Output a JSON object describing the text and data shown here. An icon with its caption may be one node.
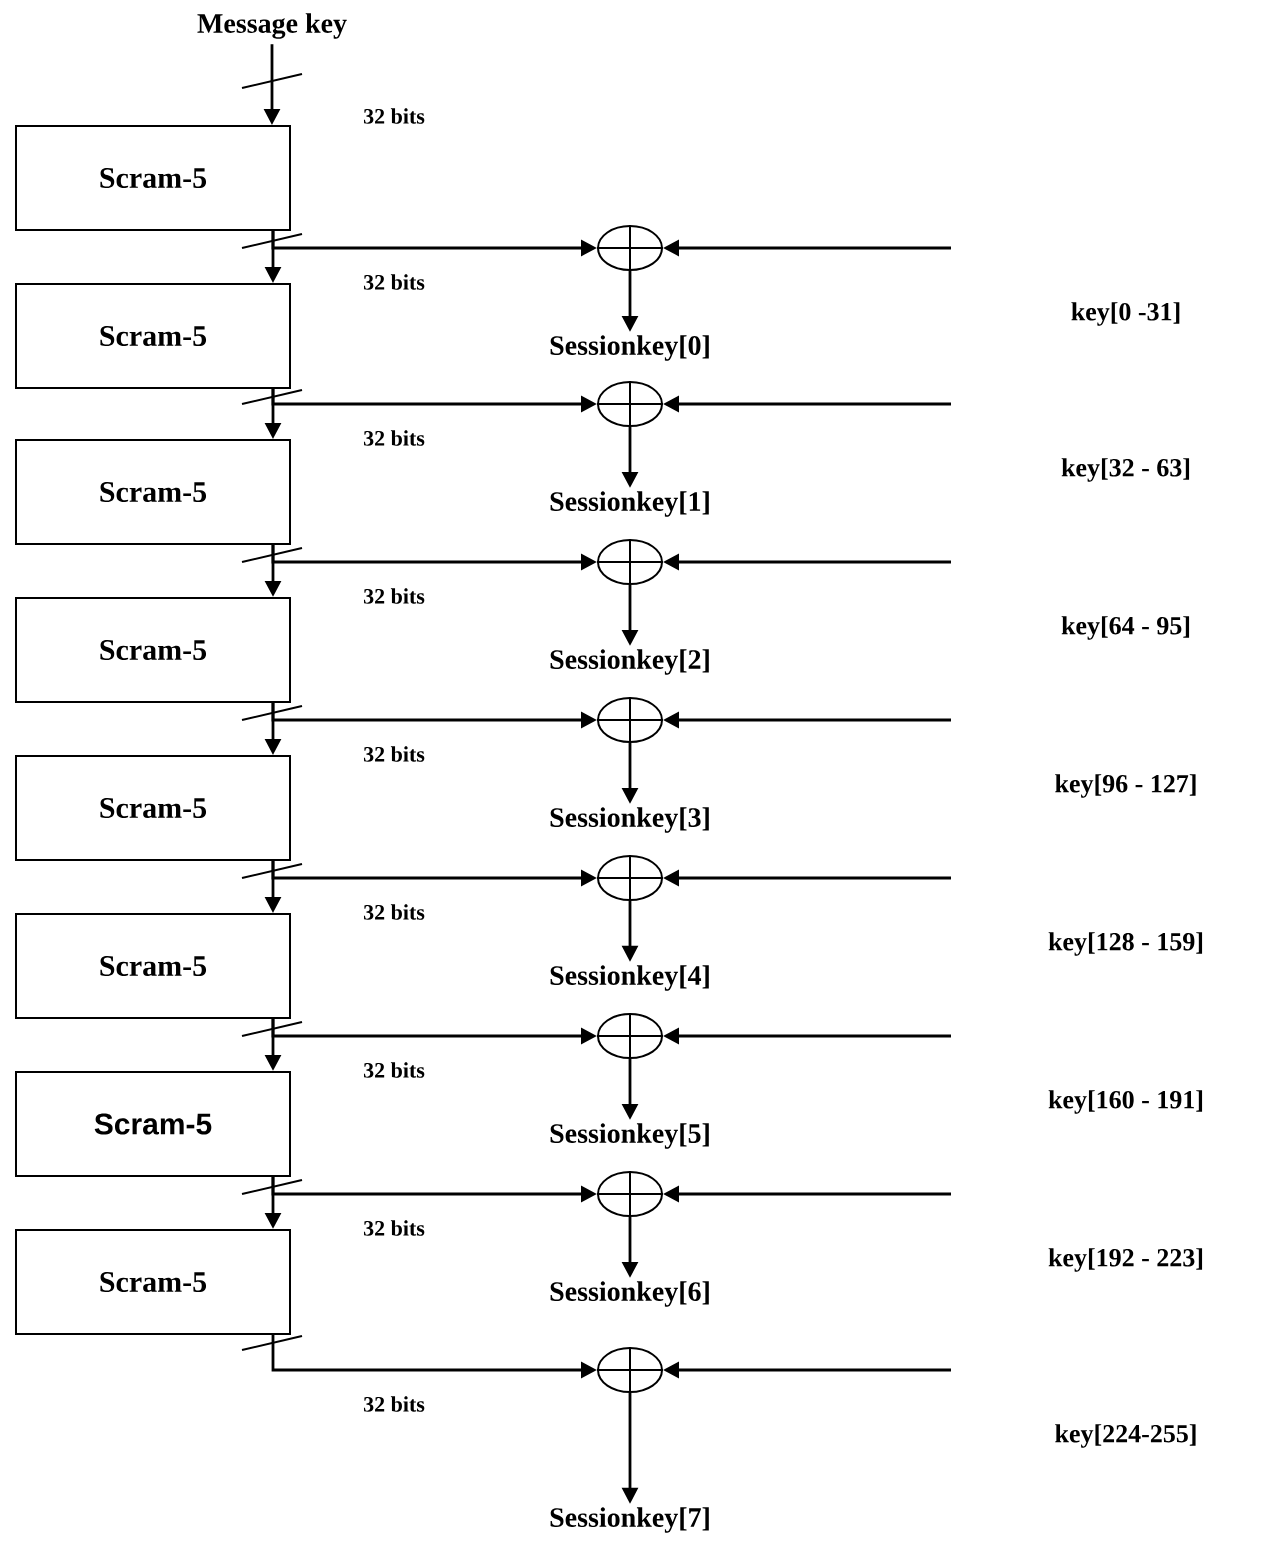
{
  "diagram": {
    "nodes": [
      {
        "text": [
          "Message key"
        ]
      },
      {
        "text": [
          "Scram-5"
        ]
      },
      {
        "text": [],
        "shape": "circle"
      },
      {
        "text": [
          "Sessionkey[0]"
        ]
      },
      {
        "text": [
          "Scram-5"
        ]
      },
      {
        "text": [],
        "shape": "circle"
      },
      {
        "text": [
          "Sessionkey[1]"
        ]
      },
      {
        "text": [
          "Scram-5"
        ]
      },
      {
        "text": [],
        "shape": "circle"
      },
      {
        "text": [
          "Sessionkey[2]"
        ]
      },
      {
        "text": [
          "Scram-5"
        ]
      },
      {
        "text": [],
        "shape": "circle"
      },
      {
        "text": [
          "Sessionkey[3]"
        ]
      },
      {
        "text": [
          "Scram-5"
        ]
      },
      {
        "text": [],
        "shape": "circle"
      },
      {
        "text": [
          "Sessionkey[4]"
        ]
      },
      {
        "text": [
          "Scram-5"
        ]
      },
      {
        "text": [],
        "shape": "circle"
      },
      {
        "text": [
          "Sessionkey[5]"
        ]
      },
      {
        "text": [
          "Scram-5"
        ]
      },
      {
        "text": [],
        "shape": "circle"
      },
      {
        "text": [
          "Sessionkey[6]"
        ]
      },
      {
        "text": [
          "Scram-5"
        ]
      },
      {
        "text": [],
        "shape": "circle"
      },
      {
        "text": [
          "Sessionkey[7]"
        ]
      }
    ],
    "edges": [
      {
        "from": 0,
        "to": 1,
        "arrow": "to"
      },
      {
        "from": 1,
        "to": 4,
        "arrow": "to"
      },
      {
        "from": 1,
        "to": 2,
        "arrow": "to"
      },
      {
        "from": null,
        "to": 2,
        "arrow": "to"
      },
      {
        "from": 2,
        "to": 3,
        "arrow": "to"
      },
      {
        "from": 4,
        "to": 7,
        "arrow": "to"
      },
      {
        "from": 4,
        "to": 5,
        "arrow": "to"
      },
      {
        "from": null,
        "to": 5,
        "arrow": "to"
      },
      {
        "from": 5,
        "to": 6,
        "arrow": "to"
      },
      {
        "from": 7,
        "to": 10,
        "arrow": "to"
      },
      {
        "from": 7,
        "to": 8,
        "arrow": "to"
      },
      {
        "from": null,
        "to": 8,
        "arrow": "to"
      },
      {
        "from": 8,
        "to": 9,
        "arrow": "to"
      },
      {
        "from": 10,
        "to": 13,
        "arrow": "to"
      },
      {
        "from": 10,
        "to": 11,
        "arrow": "to"
      },
      {
        "from": null,
        "to": 11,
        "arrow": "to"
      },
      {
        "from": 11,
        "to": 12,
        "arrow": "to"
      },
      {
        "from": 13,
        "to": 16,
        "arrow": "to"
      },
      {
        "from": 13,
        "to": 14,
        "arrow": "to"
      },
      {
        "from": null,
        "to": 14,
        "arrow": "to"
      },
      {
        "from": 14,
        "to": 15,
        "arrow": "to"
      },
      {
        "from": 16,
        "to": 19,
        "arrow": "to"
      },
      {
        "from": 16,
        "to": 17,
        "arrow": "to"
      },
      {
        "from": null,
        "to": 17,
        "arrow": "to"
      },
      {
        "from": 17,
        "to": 18,
        "arrow": "to"
      },
      {
        "from": 19,
        "to": 22,
        "arrow": "to"
      },
      {
        "from": 19,
        "to": 20,
        "arrow": "to"
      },
      {
        "from": null,
        "to": 20,
        "arrow": "to"
      },
      {
        "from": 20,
        "to": 21,
        "arrow": "to"
      },
      {
        "from": 22,
        "to": 23,
        "arrow": "to"
      },
      {
        "from": null,
        "to": 23,
        "arrow": "to"
      },
      {
        "from": 23,
        "to": 24,
        "arrow": "to"
      }
    ],
    "labels": [
      "32 bits",
      "32 bits",
      "key[0 -31]",
      "32 bits",
      "key[32 - 63]",
      "32 bits",
      "key[64 - 95]",
      "32 bits",
      "key[96 - 127]",
      "32 bits",
      "key[128 - 159]",
      "32 bits",
      "key[160 - 191]",
      "32 bits",
      "key[192 - 223]",
      "32 bits",
      "key[224-255]"
    ]
  }
}
